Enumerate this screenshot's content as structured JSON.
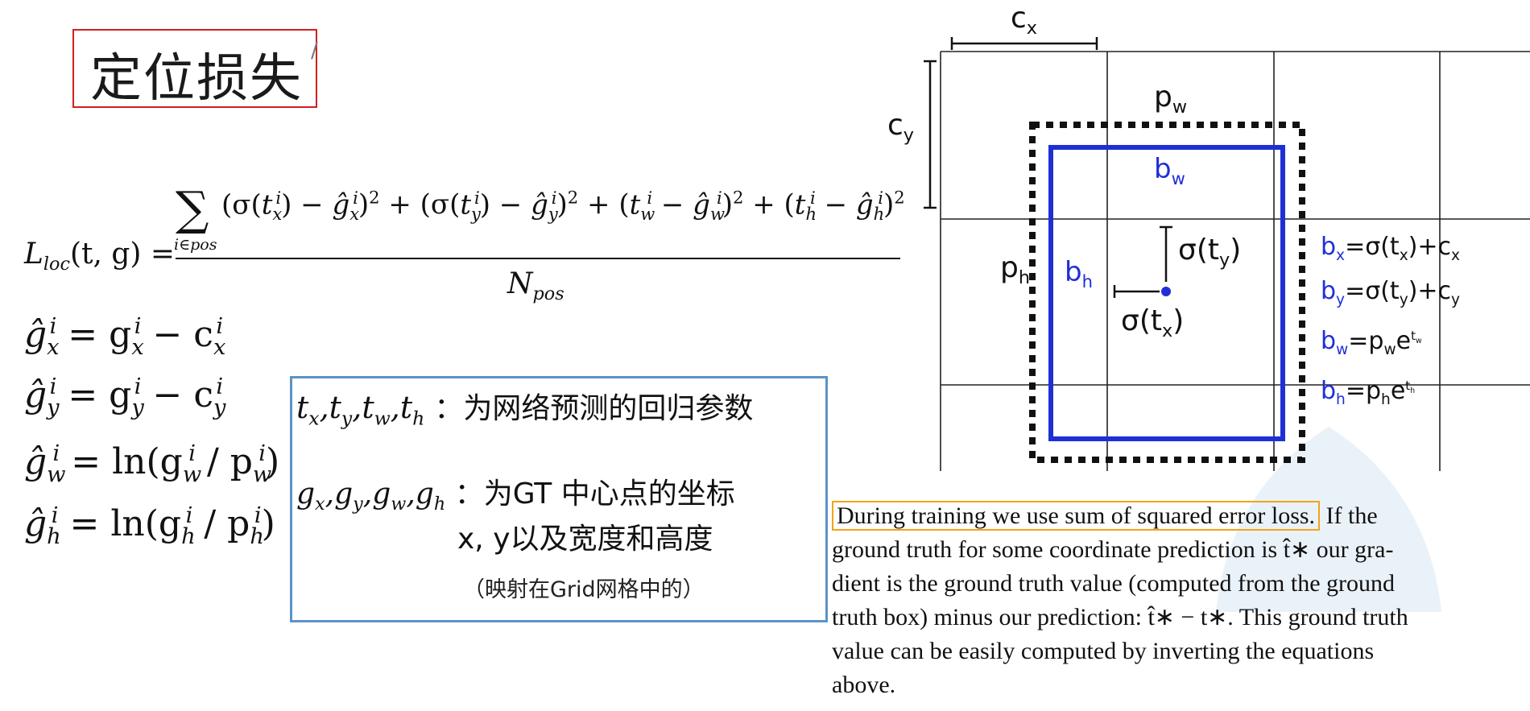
{
  "title": {
    "text": "定位损失"
  },
  "loss_formula": {
    "lhs": "L",
    "lhs_sub": "loc",
    "lhs_args": "(t, g) =",
    "sum_sub": "i∈pos",
    "numerator_terms": [
      "(σ(t",
      "x",
      "i",
      ") − ĝ",
      "x",
      "i",
      ")",
      "2"
    ],
    "numerator_text": "(σ(tₓⁱ) − ĝₓⁱ)² + (σ(t_yⁱ) − ĝ_yⁱ)² + (t_wⁱ − ĝ_wⁱ)² + (t_hⁱ − ĝ_hⁱ)²",
    "denominator": "N",
    "denominator_sub": "pos"
  },
  "equations": [
    {
      "lhs": "ĝ",
      "sub": "x",
      "rhs": "= g",
      "rhs_sub": "x",
      "rest": "− c",
      "rest_sub": "x"
    },
    {
      "lhs": "ĝ",
      "sub": "y",
      "rhs": "= g",
      "rhs_sub": "y",
      "rest": "− c",
      "rest_sub": "y"
    },
    {
      "lhs": "ĝ",
      "sub": "w",
      "rhs": "= ln(g",
      "rhs_sub": "w",
      "rest": "/ p",
      "rest_sub": "w",
      "close": ")"
    },
    {
      "lhs": "ĝ",
      "sub": "h",
      "rhs": "= ln(g",
      "rhs_sub": "h",
      "rest": "/ p",
      "rest_sub": "h",
      "close": ")"
    }
  ],
  "info_box": {
    "t_vars": "t",
    "t_desc": "：为网络预测的回归参数",
    "g_desc": "：为GT 中心点的坐标",
    "g_desc2": "x, y以及宽度和高度",
    "note": "（映射在Grid网格中的）"
  },
  "diagram": {
    "cx": "c",
    "cx_sub": "x",
    "cy": "c",
    "cy_sub": "y",
    "pw": "p",
    "pw_sub": "w",
    "ph": "p",
    "ph_sub": "h",
    "bw": "b",
    "bw_sub": "w",
    "bh": "b",
    "bh_sub": "h",
    "sig_ty": "σ(t",
    "sig_ty_sub": "y",
    "sig_tx": "σ(t",
    "sig_tx_sub": "x",
    "close_paren": ")",
    "colors": {
      "box": "#1f2fd6",
      "grid": "#222222",
      "prior": "#111111"
    }
  },
  "box_equations": [
    {
      "var": "b",
      "sub": "x",
      "rhs": "=σ(t",
      "rhs_sub": "x",
      "tail": ")+c",
      "tail_sub": "x"
    },
    {
      "var": "b",
      "sub": "y",
      "rhs": "=σ(t",
      "rhs_sub": "y",
      "tail": ")+c",
      "tail_sub": "y"
    },
    {
      "var": "b",
      "sub": "w",
      "rhs": "=p",
      "rhs_sub": "w",
      "tail": "e",
      "tail_sup": "t",
      "tail_sup_sub": "w"
    },
    {
      "var": "b",
      "sub": "h",
      "rhs": "=p",
      "rhs_sub": "h",
      "tail": "e",
      "tail_sup": "t",
      "tail_sup_sub": "h"
    }
  ],
  "paper_text": {
    "highlight": "During training we use sum of squared error loss.",
    "line1_rest": "If the",
    "line2": "ground truth for some coordinate prediction is t̂∗ our gra-",
    "line3": "dient is the ground truth value (computed from the ground",
    "line4": "truth box) minus our prediction: t̂∗ − t∗. This ground truth",
    "line5": "value can be easily computed by inverting the equations",
    "line6": "above."
  }
}
